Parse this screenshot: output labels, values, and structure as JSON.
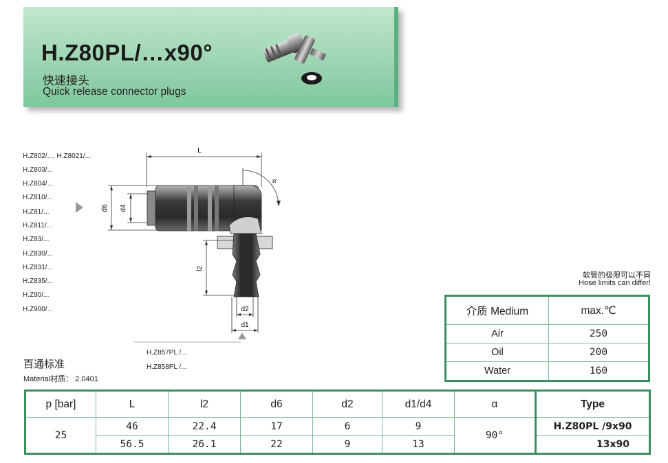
{
  "header": {
    "title": "H.Z80PL/…x90°",
    "subtitle_cn": "快速接头",
    "subtitle_en": "Quick release connector plugs"
  },
  "series_list": [
    "H.Z802/..., H.Z8021/...",
    "H.Z803/...",
    "H.Z804/...",
    "H.Z810/...",
    "H.Z81/...",
    "H.Z811/...",
    "H.Z83/...",
    "H.Z830/...",
    "H.Z831/...",
    "H.Z835/...",
    "H.Z90/...",
    "H.Z900/..."
  ],
  "drawing": {
    "labels": {
      "L": "L",
      "alpha": "α",
      "d6": "d6",
      "d4": "d4",
      "l2": "l2",
      "d2": "d2",
      "d1": "d1"
    }
  },
  "notes": {
    "pl1": "H.Z857PL /...",
    "pl2": "H.Z858PL /...",
    "standard_cn": "百通标准",
    "material": "Material材质： 2.0401",
    "hose_cn": "软管的极限可以不同",
    "hose_en": "Hose limits can differ!"
  },
  "medium_table": {
    "headers": [
      "介质 Medium",
      "max.℃"
    ],
    "rows": [
      [
        "Air",
        "250"
      ],
      [
        "Oil",
        "200"
      ],
      [
        "Water",
        "160"
      ]
    ]
  },
  "spec_table": {
    "headers": [
      "p [bar]",
      "L",
      "l2",
      "d6",
      "d2",
      "d1/d4",
      "α",
      "Type"
    ],
    "pressure": "25",
    "alpha": "90°",
    "rows": [
      {
        "L": "46",
        "l2": "22.4",
        "d6": "17",
        "d2": "6",
        "d1d4": "9",
        "type": "H.Z80PL /9x90"
      },
      {
        "L": "56.5",
        "l2": "26.1",
        "d6": "22",
        "d2": "9",
        "d1d4": "13",
        "type": "13x90"
      }
    ]
  },
  "colors": {
    "table_border": "#3a8f5c",
    "banner_top": "#c2e6cf",
    "banner_bottom": "#7ec79c"
  }
}
